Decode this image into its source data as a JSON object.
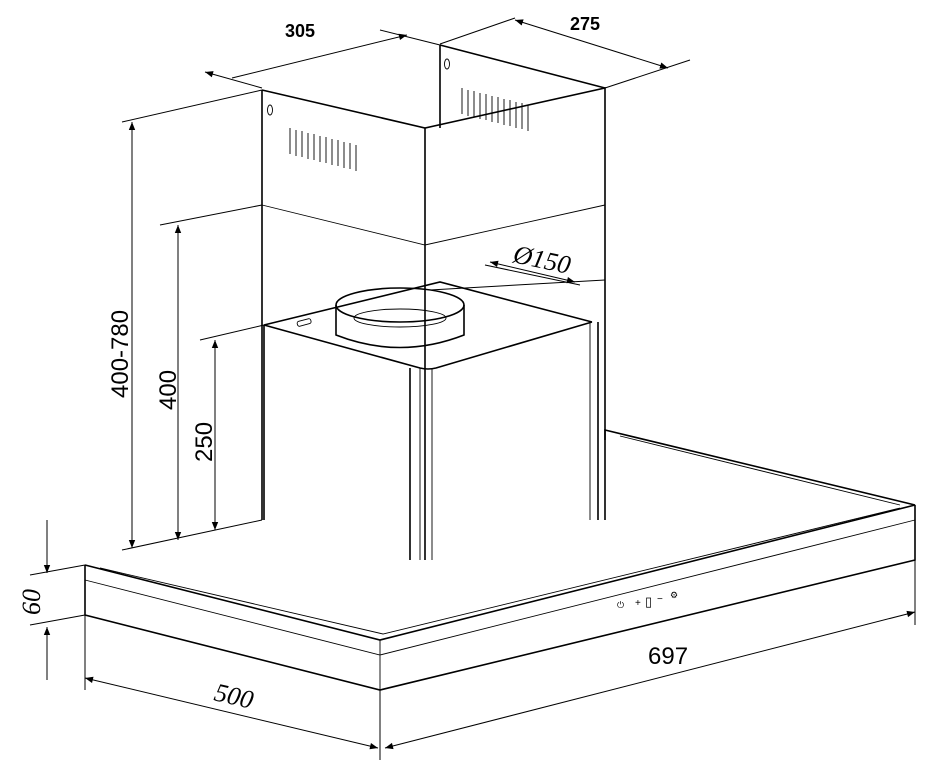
{
  "title": "Range hood dimension drawing",
  "dimensions": {
    "chimney_width": "305",
    "chimney_depth": "275",
    "duct_diameter": "Ø150",
    "chimney_height_range": "400-780",
    "lower_chimney_height": "400",
    "motor_box_height": "250",
    "canopy_thickness": "60",
    "canopy_depth": "500",
    "canopy_width": "697"
  },
  "control_panel": {
    "symbols": [
      "⏻",
      "+",
      "▯",
      "−",
      "⚙"
    ]
  }
}
